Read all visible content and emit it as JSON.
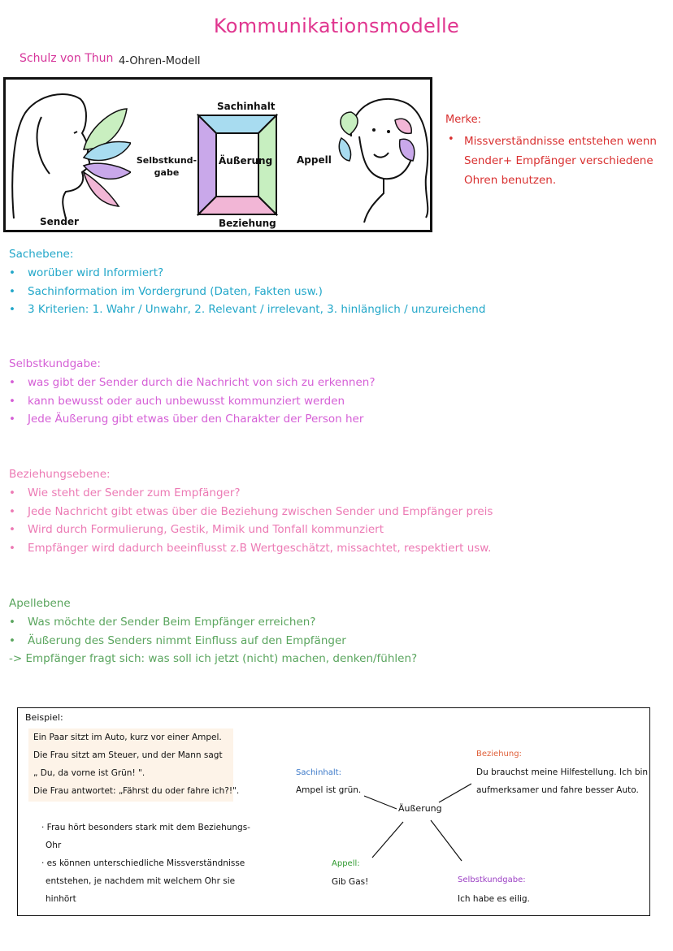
{
  "header": {
    "title": "Kommunikationsmodelle",
    "author": "Schulz von Thun",
    "model": "4-Ohren-Modell"
  },
  "diagram": {
    "top": "Sachinhalt",
    "center": "Äußerung",
    "left_line1": "Selbstkund-",
    "left_line2": "gabe",
    "right": "Appell",
    "bottom": "Beziehung",
    "sender": "Sender",
    "colors": {
      "top": "#a8dcf0",
      "left": "#c9a8ea",
      "right": "#c7efc0",
      "bottom": "#f2b6d6"
    }
  },
  "merke": {
    "title": "Merke:",
    "bullet": "•",
    "text": "Missverständnisse entstehen wenn Sender+ Empfänger verschiedene Ohren benutzen."
  },
  "sections": {
    "sach": {
      "title": "Sachebene:",
      "items": [
        "worüber wird Informiert?",
        "Sachinformation im Vordergrund (Daten, Fakten usw.)",
        "3 Kriterien: 1. Wahr / Unwahr, 2. Relevant / irrelevant, 3. hinlänglich / unzureichend"
      ]
    },
    "selbst": {
      "title": "Selbstkundgabe:",
      "items": [
        "was gibt der Sender durch die Nachricht von sich zu erkennen?",
        "kann bewusst oder auch unbewusst kommunziert werden",
        "Jede Äußerung gibt etwas über den Charakter der Person her"
      ]
    },
    "bez": {
      "title": "Beziehungsebene:",
      "items": [
        "Wie steht der Sender zum Empfänger?",
        "Jede Nachricht gibt etwas über die Beziehung zwischen Sender und Empfänger preis",
        "Wird durch Formulierung, Gestik, Mimik und Tonfall kommunziert",
        "Empfänger wird dadurch beeinflusst z.B Wertgeschätzt, missachtet, respektiert usw."
      ]
    },
    "apell": {
      "title": "Apellebene",
      "items": [
        "Was möchte der Sender Beim Empfänger erreichen?",
        "Äußerung des Senders nimmt Einfluss auf den Empfänger"
      ],
      "arrow_line": "-> Empfänger fragt sich: was soll ich jetzt (nicht) machen, denken/fühlen?"
    }
  },
  "example": {
    "title": "Beispiel:",
    "scenario": [
      "Ein Paar sitzt im Auto, kurz vor einer Ampel.",
      "Die Frau sitzt am Steuer, und der Mann sagt",
      "„ Du, da vorne ist Grün! \".",
      "Die Frau antwortet: „Fährst du oder fahre ich?!\"."
    ],
    "notes": [
      "· Frau hört besonders stark mit dem Beziehungs-",
      "Ohr",
      "· es können unterschiedliche Missverständnisse",
      "entstehen, je nachdem mit welchem Ohr sie",
      "hinhört"
    ],
    "center": "Äußerung",
    "sach_label": "Sachinhalt:",
    "sach_text": "Ampel ist grün.",
    "bez_label": "Beziehung:",
    "bez_text1": "Du brauchst meine Hilfestellung. Ich bin",
    "bez_text2": "aufmerksamer und fahre besser Auto.",
    "appell_label": "Appell:",
    "appell_text": "Gib Gas!",
    "selbst_label": "Selbstkundgabe:",
    "selbst_text": "Ich habe es eilig.",
    "colors": {
      "sach": "#3a78c8",
      "bez": "#e0603a",
      "appell": "#2f9a2f",
      "selbst": "#9b3fc4"
    }
  }
}
